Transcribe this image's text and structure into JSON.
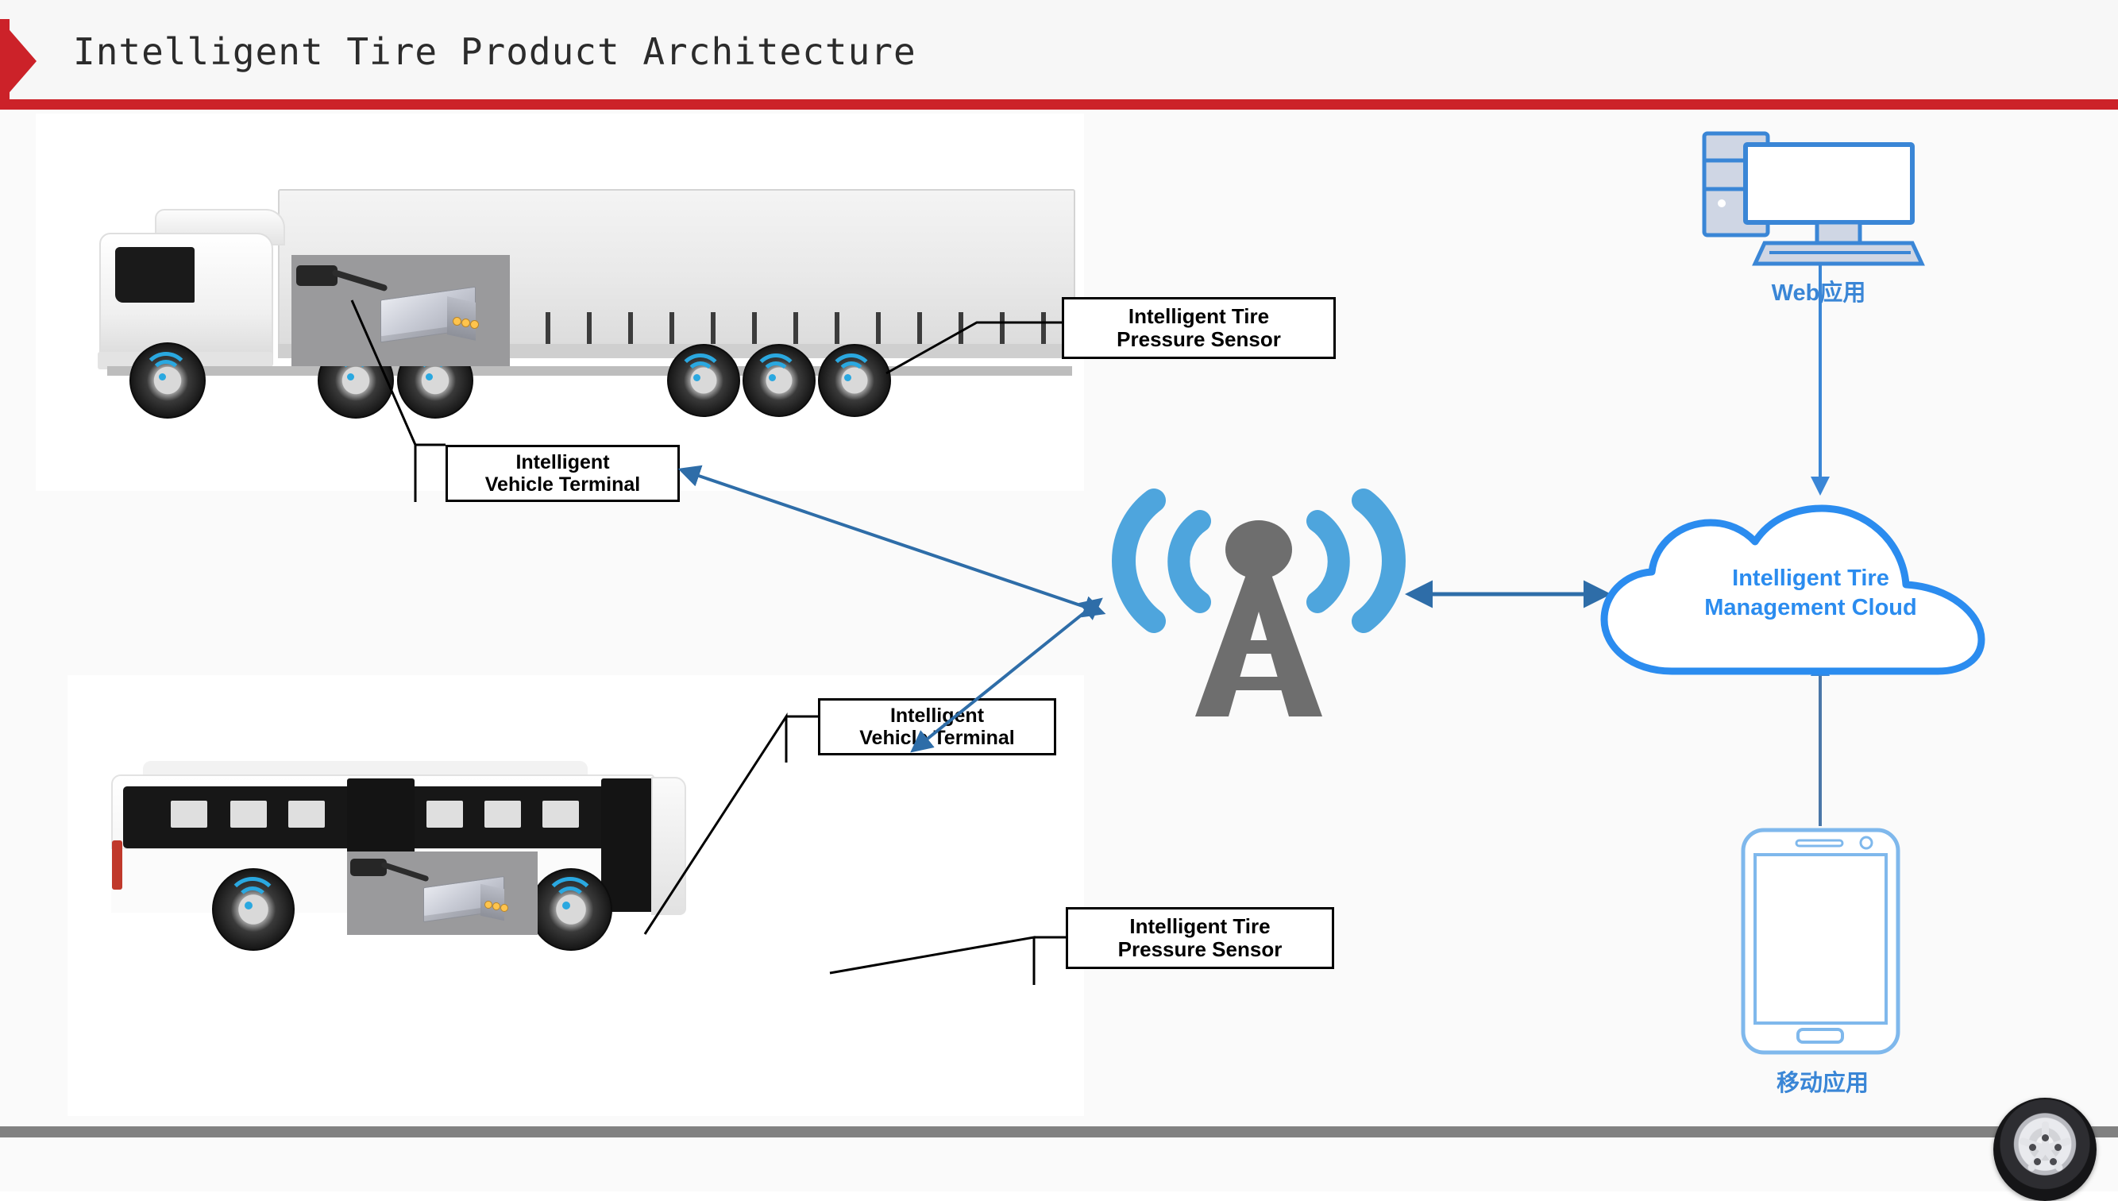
{
  "header": {
    "title": "Intelligent Tire Product Architecture",
    "accent_color": "#cc2229"
  },
  "callouts": [
    {
      "id": "sensor-truck",
      "line1": "Intelligent Tire",
      "line2": "Pressure Sensor"
    },
    {
      "id": "terminal-truck",
      "line1": "Intelligent",
      "line2": "Vehicle Terminal"
    },
    {
      "id": "terminal-bus",
      "line1": "Intelligent",
      "line2": "Vehicle Terminal"
    },
    {
      "id": "sensor-bus",
      "line1": "Intelligent Tire",
      "line2": "Pressure Sensor"
    }
  ],
  "cloud": {
    "line1": "Intelligent Tire",
    "line2": "Management Cloud",
    "text_color": "#2b8cef",
    "outline_color": "#2b8cef"
  },
  "devices": {
    "web": {
      "label": "Web应用",
      "icon": "desktop-computer-icon",
      "color": "#3a86d6"
    },
    "mobile": {
      "label": "移动应用",
      "icon": "smartphone-icon",
      "color": "#3a86d6"
    }
  },
  "tower": {
    "icon": "cell-tower-icon",
    "mast_color": "#6e6e6e",
    "signal_color": "#4ea5dd"
  },
  "vehicles": {
    "truck": {
      "icon": "semi-truck-icon",
      "wheel_signal_color": "#2aa8e0"
    },
    "bus": {
      "icon": "city-bus-icon",
      "wheel_signal_color": "#2aa8e0"
    }
  },
  "connectors": {
    "arrow_color": "#2e6da8",
    "thin_arrow_color": "#3a86d6",
    "items": [
      {
        "name": "truck-to-tower",
        "type": "double-arrow"
      },
      {
        "name": "bus-to-tower",
        "type": "double-arrow"
      },
      {
        "name": "tower-to-cloud",
        "type": "double-arrow"
      },
      {
        "name": "web-to-cloud",
        "type": "arrow-down"
      },
      {
        "name": "mobile-to-cloud",
        "type": "arrow-up"
      }
    ]
  },
  "footer": {
    "bar_color": "#818181",
    "logo": "tire-wheel-logo"
  }
}
